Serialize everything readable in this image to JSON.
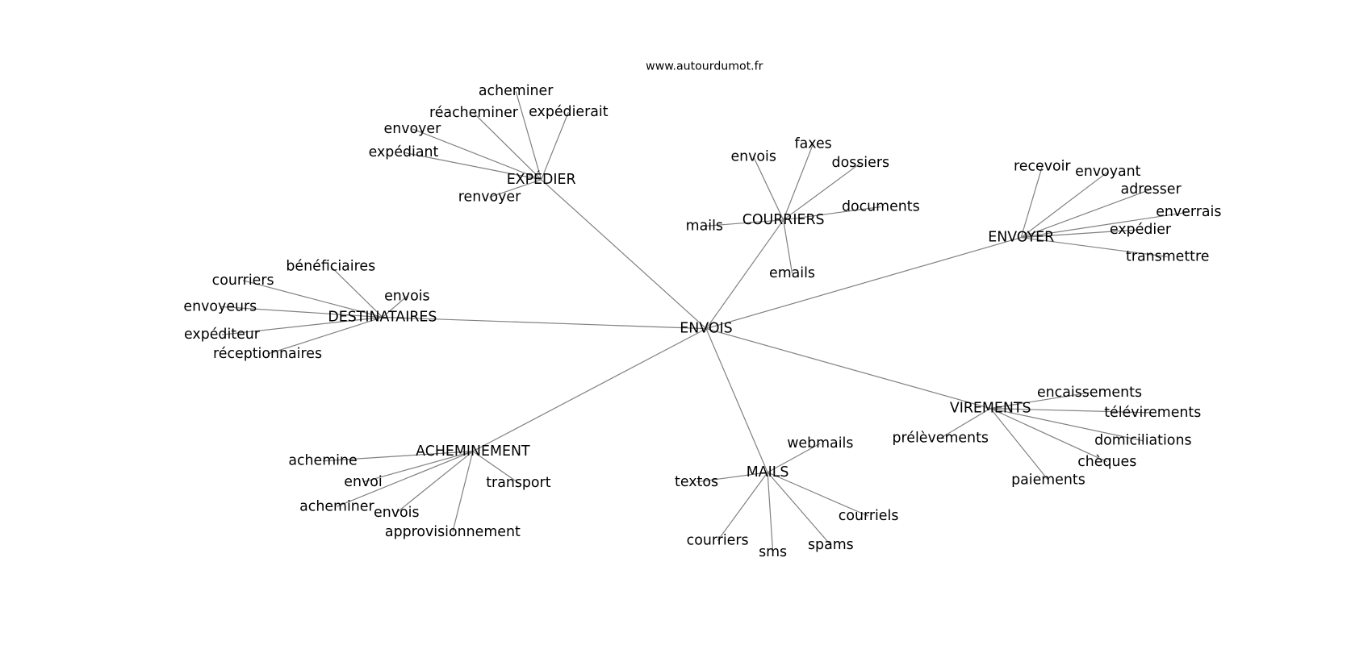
{
  "title": "www.autourdumot.fr",
  "colors": {
    "edge": "#808080",
    "text": "#000000",
    "background": "#ffffff"
  },
  "graph": {
    "center": "ENVOIS",
    "hubs": [
      {
        "label": "EXPÉDIER",
        "leaves": [
          "acheminer",
          "réacheminer",
          "expédierait",
          "envoyer",
          "expédiant",
          "renvoyer"
        ]
      },
      {
        "label": "COURRIERS",
        "leaves": [
          "faxes",
          "envois",
          "dossiers",
          "documents",
          "mails",
          "emails"
        ]
      },
      {
        "label": "ENVOYER",
        "leaves": [
          "recevoir",
          "envoyant",
          "adresser",
          "enverrais",
          "expédier",
          "transmettre"
        ]
      },
      {
        "label": "DESTINATAIRES",
        "leaves": [
          "bénéficiaires",
          "courriers",
          "envois",
          "envoyeurs",
          "expéditeur",
          "réceptionnaires"
        ]
      },
      {
        "label": "VIREMENTS",
        "leaves": [
          "encaissements",
          "télévirements",
          "prélèvements",
          "domiciliations",
          "chèques",
          "paiements"
        ]
      },
      {
        "label": "ACHEMINEMENT",
        "leaves": [
          "achemine",
          "envoi",
          "transport",
          "acheminer",
          "envois",
          "approvisionnement"
        ]
      },
      {
        "label": "MAILS",
        "leaves": [
          "webmails",
          "textos",
          "courriels",
          "courriers",
          "sms",
          "spams"
        ]
      }
    ]
  }
}
